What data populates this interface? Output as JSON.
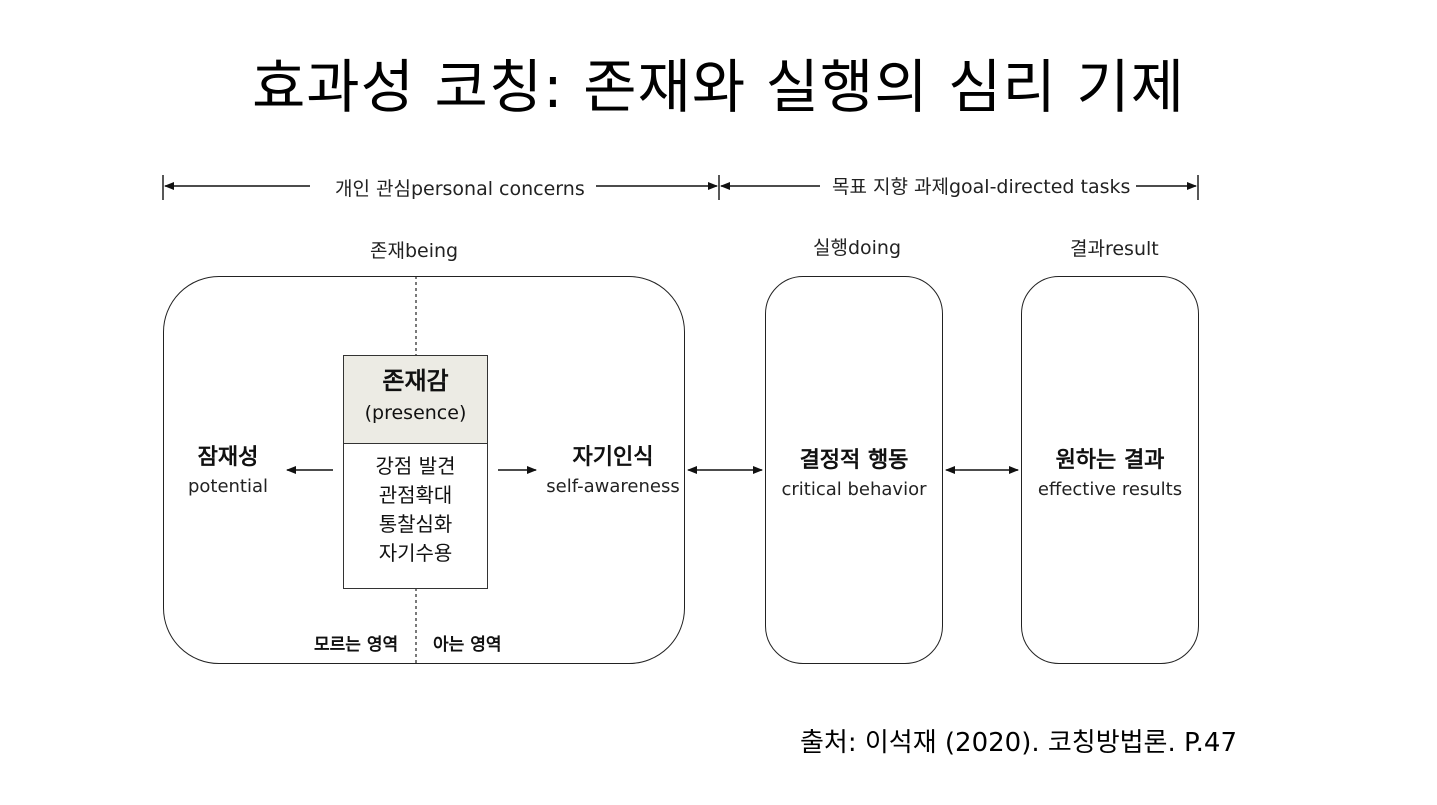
{
  "title": "효과성 코칭: 존재와 실행의 심리 기제",
  "top_spans": {
    "left": "개인 관심personal concerns",
    "right": "목표 지향 과제goal-directed tasks"
  },
  "column_headers": {
    "being": "존재being",
    "doing": "실행doing",
    "result": "결과result"
  },
  "presence": {
    "title_ko": "존재감",
    "title_en": "(presence)",
    "items": [
      "강점 발견",
      "관점확대",
      "통찰심화",
      "자기수용"
    ]
  },
  "potential": {
    "ko": "잠재성",
    "en": "potential"
  },
  "self_awareness": {
    "ko": "자기인식",
    "en": "self-awareness"
  },
  "critical_behavior": {
    "ko": "결정적 행동",
    "en": "critical behavior"
  },
  "effective_results": {
    "ko": "원하는 결과",
    "en": "effective results"
  },
  "zones": {
    "unknown": "모르는 영역",
    "known": "아는 영역"
  },
  "source": "출처: 이석재 (2020). 코칭방법론. P.47"
}
